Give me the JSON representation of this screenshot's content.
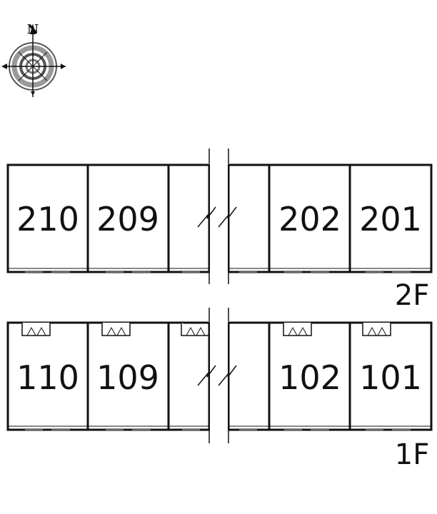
{
  "compass": {
    "letter": "N",
    "icon": "compass-rose-icon"
  },
  "floors": [
    {
      "label": "2F",
      "rooms_left": [
        "210",
        "209"
      ],
      "rooms_right": [
        "202",
        "201"
      ],
      "balconies": false
    },
    {
      "label": "1F",
      "rooms_left": [
        "110",
        "109"
      ],
      "rooms_right": [
        "102",
        "101"
      ],
      "balconies": true
    }
  ],
  "colors": {
    "line": "#111111",
    "background": "#ffffff"
  }
}
